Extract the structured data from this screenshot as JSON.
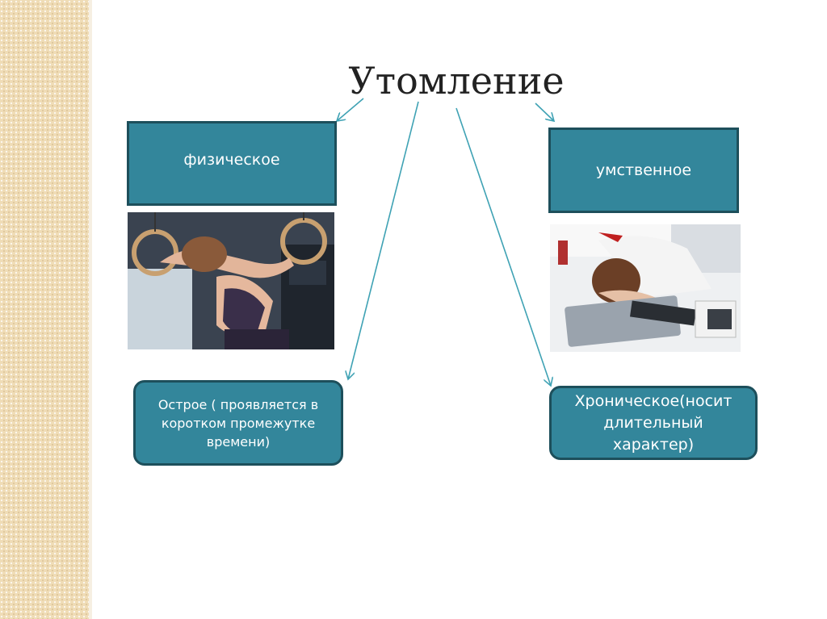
{
  "title": "Утомление",
  "boxes": {
    "physical": "физическое",
    "mental": "умственное",
    "acute": "Острое ( проявляется в коротком промежутке времени)",
    "chronic": "Хроническое(носит длительный характер)"
  },
  "colors": {
    "box_fill": "#33869b",
    "box_border": "#1d4f5b",
    "arrow": "#3fa2b4",
    "sidebar": "#efdcb6"
  }
}
